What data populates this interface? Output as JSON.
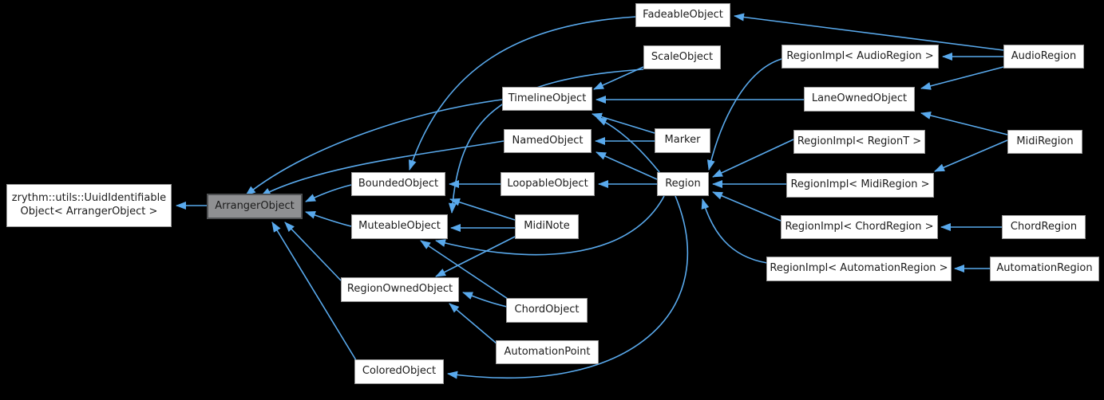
{
  "diagram": {
    "type": "inheritance-graph",
    "highlighted_node": "ArrangerObject",
    "colors": {
      "background": "#000000",
      "edge": "#59a9ec",
      "node_fill": "#ffffff",
      "node_border": "#9a9a9a",
      "node_text": "#1c1c1c",
      "highlight_fill": "#8f9092",
      "highlight_border": "#4e5052"
    },
    "nodes": [
      {
        "id": "uuid_identifiable_object",
        "label": "zrythm::utils::UuidIdentifiableObject< ArrangerObject >",
        "label_lines": [
          "zrythm::utils::UuidIdentifiable",
          "Object< ArrangerObject >"
        ],
        "highlighted": false
      },
      {
        "id": "arranger_object",
        "label": "ArrangerObject",
        "highlighted": true
      },
      {
        "id": "bounded_object",
        "label": "BoundedObject",
        "highlighted": false
      },
      {
        "id": "muteable_object",
        "label": "MuteableObject",
        "highlighted": false
      },
      {
        "id": "region_owned_object",
        "label": "RegionOwnedObject",
        "highlighted": false
      },
      {
        "id": "colored_object",
        "label": "ColoredObject",
        "highlighted": false
      },
      {
        "id": "timeline_object",
        "label": "TimelineObject",
        "highlighted": false
      },
      {
        "id": "named_object",
        "label": "NamedObject",
        "highlighted": false
      },
      {
        "id": "loopable_object",
        "label": "LoopableObject",
        "highlighted": false
      },
      {
        "id": "midi_note",
        "label": "MidiNote",
        "highlighted": false
      },
      {
        "id": "chord_object",
        "label": "ChordObject",
        "highlighted": false
      },
      {
        "id": "automation_point",
        "label": "AutomationPoint",
        "highlighted": false
      },
      {
        "id": "fadeable_object",
        "label": "FadeableObject",
        "highlighted": false
      },
      {
        "id": "scale_object",
        "label": "ScaleObject",
        "highlighted": false
      },
      {
        "id": "marker",
        "label": "Marker",
        "highlighted": false
      },
      {
        "id": "region",
        "label": "Region",
        "highlighted": false
      },
      {
        "id": "region_impl_audio_region",
        "label": "RegionImpl< AudioRegion >",
        "highlighted": false
      },
      {
        "id": "lane_owned_object",
        "label": "LaneOwnedObject",
        "highlighted": false
      },
      {
        "id": "region_impl_region_t",
        "label": "RegionImpl< RegionT >",
        "highlighted": false
      },
      {
        "id": "region_impl_midi_region",
        "label": "RegionImpl< MidiRegion >",
        "highlighted": false
      },
      {
        "id": "region_impl_chord_region",
        "label": "RegionImpl< ChordRegion >",
        "highlighted": false
      },
      {
        "id": "region_impl_automation_region",
        "label": "RegionImpl< AutomationRegion >",
        "highlighted": false
      },
      {
        "id": "audio_region",
        "label": "AudioRegion",
        "highlighted": false
      },
      {
        "id": "midi_region",
        "label": "MidiRegion",
        "highlighted": false
      },
      {
        "id": "chord_region",
        "label": "ChordRegion",
        "highlighted": false
      },
      {
        "id": "automation_region",
        "label": "AutomationRegion",
        "highlighted": false
      }
    ],
    "edges": [
      {
        "from": "arranger_object",
        "to": "uuid_identifiable_object"
      },
      {
        "from": "bounded_object",
        "to": "arranger_object"
      },
      {
        "from": "muteable_object",
        "to": "arranger_object"
      },
      {
        "from": "named_object",
        "to": "arranger_object"
      },
      {
        "from": "timeline_object",
        "to": "arranger_object"
      },
      {
        "from": "region_owned_object",
        "to": "arranger_object"
      },
      {
        "from": "colored_object",
        "to": "arranger_object"
      },
      {
        "from": "fadeable_object",
        "to": "bounded_object"
      },
      {
        "from": "loopable_object",
        "to": "bounded_object"
      },
      {
        "from": "midi_note",
        "to": "bounded_object"
      },
      {
        "from": "scale_object",
        "to": "timeline_object"
      },
      {
        "from": "lane_owned_object",
        "to": "timeline_object"
      },
      {
        "from": "marker",
        "to": "timeline_object"
      },
      {
        "from": "region",
        "to": "timeline_object"
      },
      {
        "from": "marker",
        "to": "named_object"
      },
      {
        "from": "region",
        "to": "named_object"
      },
      {
        "from": "region",
        "to": "loopable_object"
      },
      {
        "from": "scale_object",
        "to": "muteable_object"
      },
      {
        "from": "region",
        "to": "muteable_object"
      },
      {
        "from": "midi_note",
        "to": "muteable_object"
      },
      {
        "from": "chord_object",
        "to": "muteable_object"
      },
      {
        "from": "midi_note",
        "to": "region_owned_object"
      },
      {
        "from": "chord_object",
        "to": "region_owned_object"
      },
      {
        "from": "automation_point",
        "to": "region_owned_object"
      },
      {
        "from": "region",
        "to": "colored_object"
      },
      {
        "from": "region_impl_audio_region",
        "to": "region"
      },
      {
        "from": "region_impl_region_t",
        "to": "region"
      },
      {
        "from": "region_impl_midi_region",
        "to": "region"
      },
      {
        "from": "region_impl_chord_region",
        "to": "region"
      },
      {
        "from": "region_impl_automation_region",
        "to": "region"
      },
      {
        "from": "audio_region",
        "to": "fadeable_object"
      },
      {
        "from": "audio_region",
        "to": "region_impl_audio_region"
      },
      {
        "from": "audio_region",
        "to": "lane_owned_object"
      },
      {
        "from": "midi_region",
        "to": "lane_owned_object"
      },
      {
        "from": "midi_region",
        "to": "region_impl_midi_region"
      },
      {
        "from": "chord_region",
        "to": "region_impl_chord_region"
      },
      {
        "from": "automation_region",
        "to": "region_impl_automation_region"
      }
    ]
  }
}
